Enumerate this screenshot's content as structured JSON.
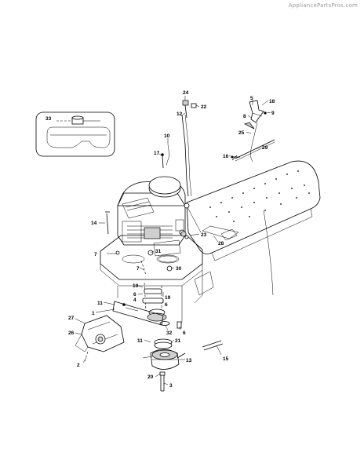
{
  "watermark": "AppliancePartsPros.com",
  "callouts": [
    {
      "id": "c24",
      "text": "24"
    },
    {
      "id": "c22",
      "text": "22"
    },
    {
      "id": "c12",
      "text": "12"
    },
    {
      "id": "c5",
      "text": "5"
    },
    {
      "id": "c18",
      "text": "18"
    },
    {
      "id": "c8",
      "text": "8"
    },
    {
      "id": "c9",
      "text": "9"
    },
    {
      "id": "c25",
      "text": "25"
    },
    {
      "id": "c29",
      "text": "29"
    },
    {
      "id": "c16",
      "text": "16"
    },
    {
      "id": "c33",
      "text": "33"
    },
    {
      "id": "c10",
      "text": "10"
    },
    {
      "id": "c17",
      "text": "17"
    },
    {
      "id": "c14",
      "text": "14"
    },
    {
      "id": "c23",
      "text": "23"
    },
    {
      "id": "c28",
      "text": "28"
    },
    {
      "id": "c7a",
      "text": "7"
    },
    {
      "id": "c31",
      "text": "31"
    },
    {
      "id": "c7b",
      "text": "7"
    },
    {
      "id": "c30",
      "text": "30"
    },
    {
      "id": "c19a",
      "text": "19"
    },
    {
      "id": "c6a",
      "text": "6"
    },
    {
      "id": "c19b",
      "text": "19"
    },
    {
      "id": "c4",
      "text": "4"
    },
    {
      "id": "c6b",
      "text": "6"
    },
    {
      "id": "c11a",
      "text": "11"
    },
    {
      "id": "c1",
      "text": "1"
    },
    {
      "id": "c27",
      "text": "27"
    },
    {
      "id": "c32",
      "text": "32"
    },
    {
      "id": "c6c",
      "text": "6"
    },
    {
      "id": "c26",
      "text": "26"
    },
    {
      "id": "c11b",
      "text": "11"
    },
    {
      "id": "c21",
      "text": "21"
    },
    {
      "id": "c2",
      "text": "2"
    },
    {
      "id": "c13",
      "text": "13"
    },
    {
      "id": "c15",
      "text": "15"
    },
    {
      "id": "c20",
      "text": "20"
    },
    {
      "id": "c3",
      "text": "3"
    }
  ]
}
